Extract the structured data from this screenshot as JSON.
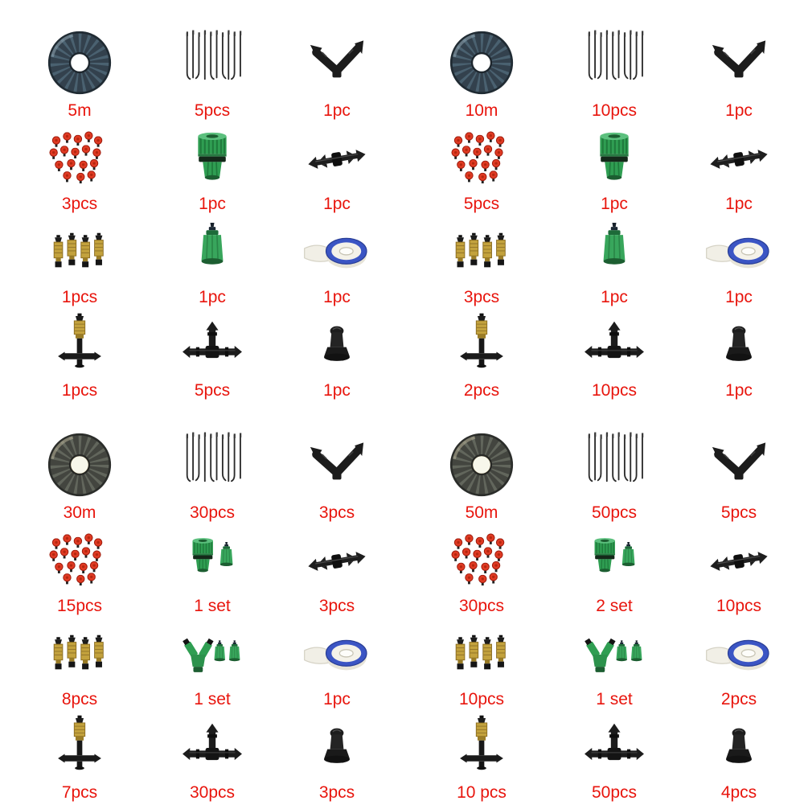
{
  "page": {
    "background": "#ffffff"
  },
  "colors": {
    "label_red": "#e8150d",
    "connector_green": "#2f9e52",
    "brass_gold": "#c3a23d",
    "fitting_black": "#1c1c1c",
    "tape_spool_blue": "#3b55c4",
    "hose_gray": "#33414d"
  },
  "kits": [
    {
      "name": "5m-kit",
      "items": [
        {
          "icon": "hose-coil",
          "label": "5m"
        },
        {
          "icon": "drip-stakes",
          "label": "5pcs"
        },
        {
          "icon": "elbow-connector",
          "label": "1pc"
        },
        {
          "icon": "red-drippers",
          "label": "3pcs"
        },
        {
          "icon": "faucet-connector",
          "label": "1pc"
        },
        {
          "icon": "barbed-connector",
          "label": "1pc"
        },
        {
          "icon": "brass-nozzles",
          "label": "1pcs"
        },
        {
          "icon": "quick-connector",
          "label": "1pc"
        },
        {
          "icon": "teflon-tape",
          "label": "1pc"
        },
        {
          "icon": "nozzle-tee",
          "label": "1pcs"
        },
        {
          "icon": "tee-connector",
          "label": "5pcs"
        },
        {
          "icon": "end-plug",
          "label": "1pc"
        }
      ]
    },
    {
      "name": "10m-kit",
      "items": [
        {
          "icon": "hose-coil",
          "label": "10m"
        },
        {
          "icon": "drip-stakes",
          "label": "10pcs"
        },
        {
          "icon": "elbow-connector",
          "label": "1pc"
        },
        {
          "icon": "red-drippers",
          "label": "5pcs"
        },
        {
          "icon": "faucet-connector",
          "label": "1pc"
        },
        {
          "icon": "barbed-connector",
          "label": "1pc"
        },
        {
          "icon": "brass-nozzles",
          "label": "3pcs"
        },
        {
          "icon": "quick-connector",
          "label": "1pc"
        },
        {
          "icon": "teflon-tape",
          "label": "1pc"
        },
        {
          "icon": "nozzle-tee",
          "label": "2pcs"
        },
        {
          "icon": "tee-connector",
          "label": "10pcs"
        },
        {
          "icon": "end-plug",
          "label": "1pc"
        }
      ]
    },
    {
      "name": "30m-kit",
      "items": [
        {
          "icon": "hose-coil",
          "label": "30m"
        },
        {
          "icon": "drip-stakes",
          "label": "30pcs"
        },
        {
          "icon": "elbow-connector",
          "label": "3pcs"
        },
        {
          "icon": "red-drippers",
          "label": "15pcs"
        },
        {
          "icon": "connector-set",
          "label": "1 set"
        },
        {
          "icon": "barbed-connector",
          "label": "3pcs"
        },
        {
          "icon": "brass-nozzles",
          "label": "8pcs"
        },
        {
          "icon": "y-connector-set",
          "label": "1 set"
        },
        {
          "icon": "teflon-tape",
          "label": "1pc"
        },
        {
          "icon": "nozzle-tee",
          "label": "7pcs"
        },
        {
          "icon": "tee-connector",
          "label": "30pcs"
        },
        {
          "icon": "end-plug",
          "label": "3pcs"
        }
      ]
    },
    {
      "name": "50m-kit",
      "items": [
        {
          "icon": "hose-coil",
          "label": "50m"
        },
        {
          "icon": "drip-stakes",
          "label": "50pcs"
        },
        {
          "icon": "elbow-connector",
          "label": "5pcs"
        },
        {
          "icon": "red-drippers",
          "label": "30pcs"
        },
        {
          "icon": "connector-set",
          "label": "2 set"
        },
        {
          "icon": "barbed-connector",
          "label": "10pcs"
        },
        {
          "icon": "brass-nozzles",
          "label": "10pcs"
        },
        {
          "icon": "y-connector-set",
          "label": "1 set"
        },
        {
          "icon": "teflon-tape",
          "label": "2pcs"
        },
        {
          "icon": "nozzle-tee",
          "label": "10 pcs"
        },
        {
          "icon": "tee-connector",
          "label": "50pcs"
        },
        {
          "icon": "end-plug",
          "label": "4pcs"
        }
      ]
    }
  ]
}
